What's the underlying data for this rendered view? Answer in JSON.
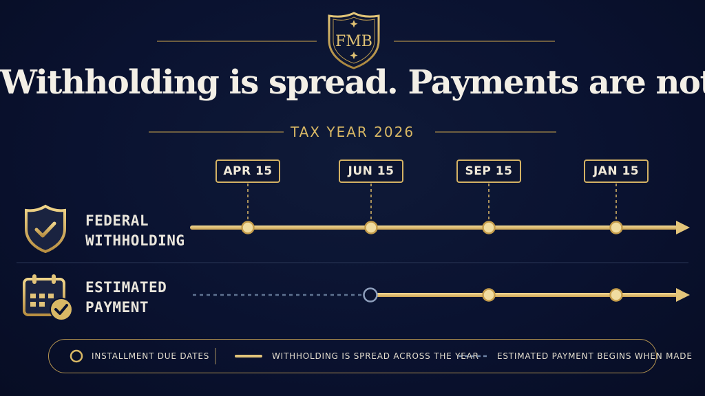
{
  "brand": {
    "monogram": "FMB"
  },
  "header": {
    "title": "Withholding is spread. Payments are not.",
    "subtitle": "TAX YEAR 2026"
  },
  "timeline": {
    "due_dates": [
      "APR 15",
      "JUN 15",
      "SEP 15",
      "JAN 15"
    ],
    "rows": [
      {
        "label_line1": "FEDERAL",
        "label_line2": "WITHHOLDING",
        "icon": "shield-check-icon",
        "markers": [
          "APR 15",
          "JUN 15",
          "SEP 15",
          "JAN 15"
        ],
        "spread_from": "APR 15"
      },
      {
        "label_line1": "ESTIMATED",
        "label_line2": "PAYMENT",
        "icon": "calendar-check-icon",
        "markers": [
          "JUN 15",
          "SEP 15",
          "JAN 15"
        ],
        "payment_begins": "JUN 15"
      }
    ]
  },
  "legend": {
    "item1": "INSTALLMENT DUE DATES",
    "item2": "WITHHOLDING IS SPREAD ACROSS THE YEAR",
    "item3": "ESTIMATED PAYMENT BEGINS WHEN MADE"
  },
  "colors": {
    "gold": "#d9b865",
    "background": "#0a1230",
    "dashed_line": "#5f7391"
  }
}
